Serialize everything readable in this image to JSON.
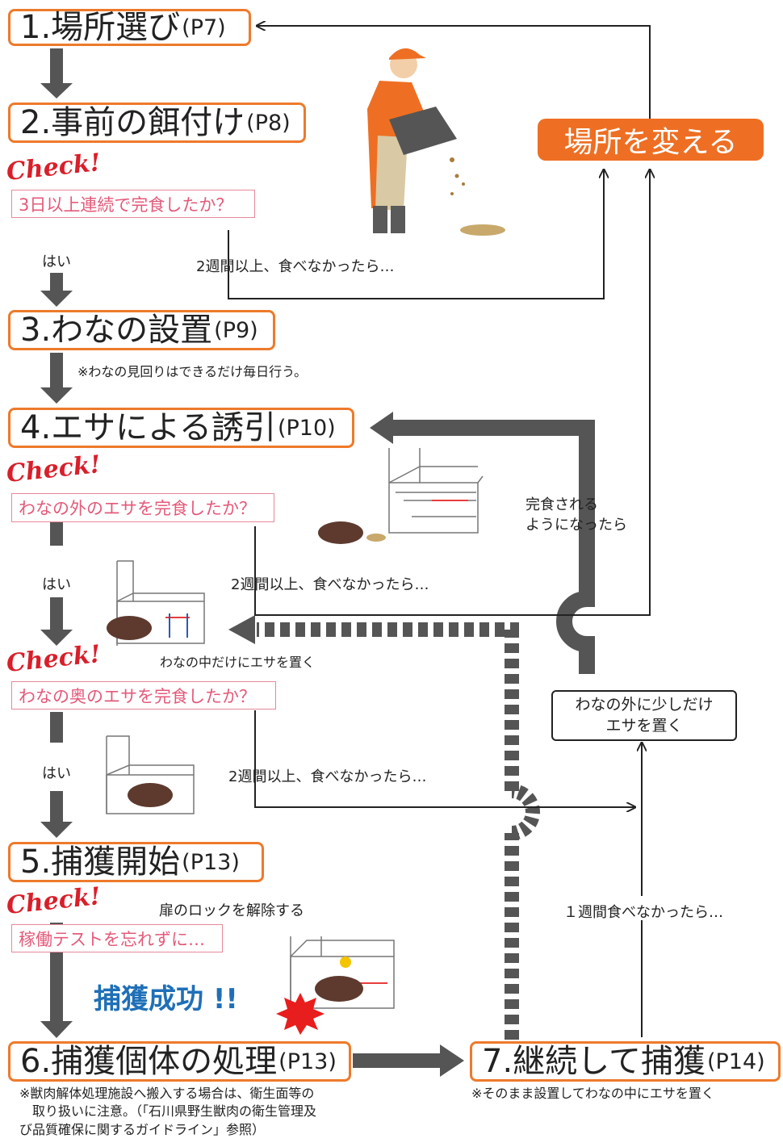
{
  "steps": [
    {
      "label": "1.場所選び",
      "ref": "(P7)"
    },
    {
      "label": "2.事前の餌付け",
      "ref": "(P8)"
    },
    {
      "label": "3.わなの設置",
      "ref": "(P9)"
    },
    {
      "label": "4.エサによる誘引",
      "ref": "(P10)"
    },
    {
      "label": "5.捕獲開始",
      "ref": "(P13)"
    },
    {
      "label": "6.捕獲個体の処理",
      "ref": "(P13)"
    },
    {
      "label": "7.継続して捕獲",
      "ref": "(P14)"
    }
  ],
  "check_label": "Check!",
  "checks": [
    "3日以上連続で完食したか？",
    "わなの外のエサを完食したか？",
    "わなの奥のエサを完食したか？",
    "稼働テストを忘れずに…"
  ],
  "yes_label": "はい",
  "fail_text": "2週間以上、食べなかったら…",
  "change_location": "場所を変える",
  "note_step3": "※わなの見回りはできるだけ毎日行う。",
  "place_inside": "わなの中だけにエサを置く",
  "when_eaten": [
    "完食される",
    "ようになったら"
  ],
  "outside_little": [
    "わなの外に少しだけ",
    "エサを置く"
  ],
  "one_week": "１週間食べなかったら…",
  "unlock": "扉のロックを解除する",
  "success": "捕獲成功 !!",
  "note_step6": [
    "※獣肉解体処理施設へ搬入する場合は、衛生面等の",
    "　取り扱いに注意。（「石川県野生獣肉の衛生管理及",
    "び品質確保に関するガイドライン」参照）"
  ],
  "note_step7": "※そのまま設置してわなの中にエサを置く",
  "colors": {
    "orange": "#ee6f23",
    "border_orange": "#ee7a2b",
    "check_red": "#d91f2a",
    "check_pink": "#e45a7a",
    "arrow_gray": "#555555",
    "success_blue": "#1f6fb7"
  }
}
